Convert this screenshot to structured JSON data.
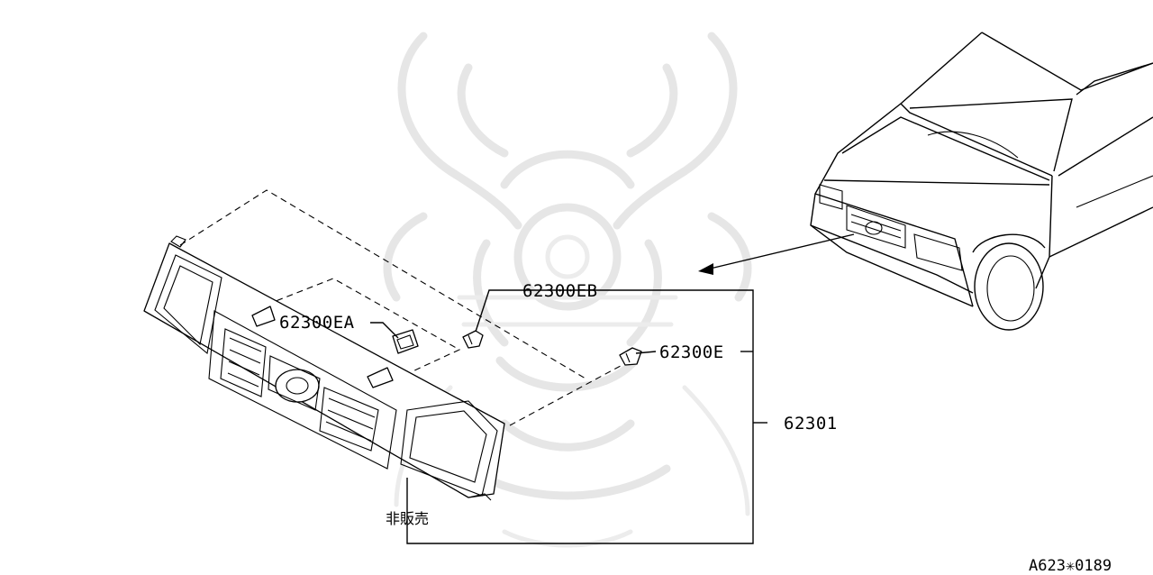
{
  "labels": {
    "part_62300EB": "62300EB",
    "part_62300EA": "62300EA",
    "part_62300E": "62300E",
    "part_62301": "62301",
    "not_for_sale": "非販売",
    "diagram_code": "A623✳0189"
  },
  "icons": {
    "watermark": "samurai-helmet-watermark",
    "vehicle": "pickup-truck-front-view",
    "grille": "front-grille-assembly",
    "clips": "grille-mounting-clips",
    "pointer": "arrow-pointer"
  },
  "colors": {
    "line": "#000000",
    "background": "#ffffff",
    "watermark": "#e6e6e6"
  }
}
